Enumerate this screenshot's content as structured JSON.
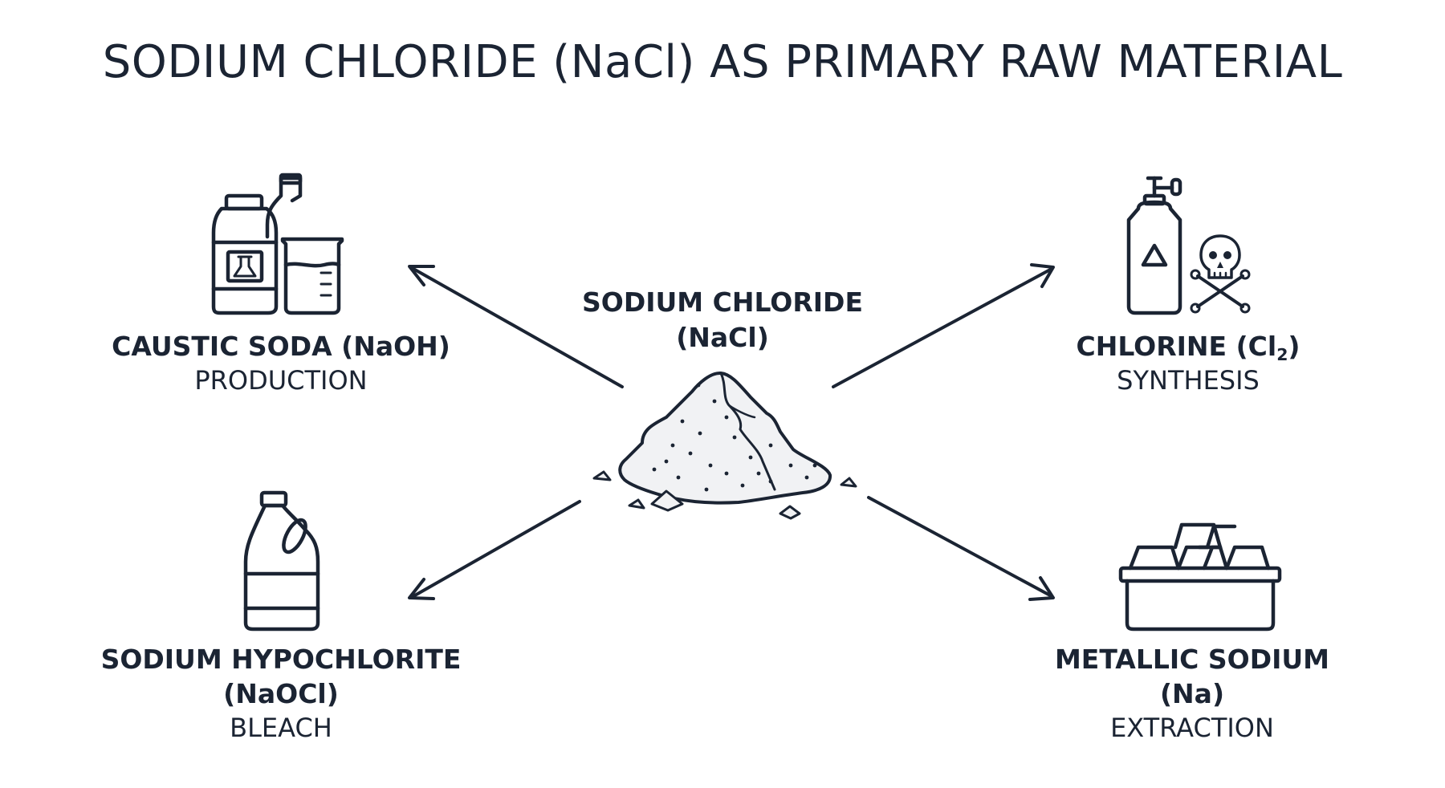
{
  "title": "SODIUM CHLORIDE (NaCl) AS PRIMARY RAW MATERIAL",
  "center": {
    "line1": "SODIUM CHLORIDE",
    "line2": "(NaCl)",
    "icon": "salt-pile-icon"
  },
  "products": {
    "caustic_soda": {
      "name": "CAUSTIC SODA (NaOH)",
      "role": "PRODUCTION",
      "icon": "chemical-bottles-icon"
    },
    "chlorine": {
      "name_prefix": "CHLORINE (Cl",
      "name_subscript": "2",
      "name_suffix": ")",
      "role": "SYNTHESIS",
      "icon": "gas-cylinder-skull-icon"
    },
    "hypochlorite": {
      "name": "SODIUM HYPOCHLORITE",
      "formula": "(NaOCl)",
      "role": "BLEACH",
      "icon": "bleach-jug-icon"
    },
    "metallic_sodium": {
      "name": "METALLIC SODIUM",
      "formula": "(Na)",
      "role": "EXTRACTION",
      "icon": "metal-ingots-tray-icon"
    }
  },
  "colors": {
    "ink": "#1b2433",
    "background": "#ffffff",
    "salt_fill": "#f1f2f4"
  }
}
